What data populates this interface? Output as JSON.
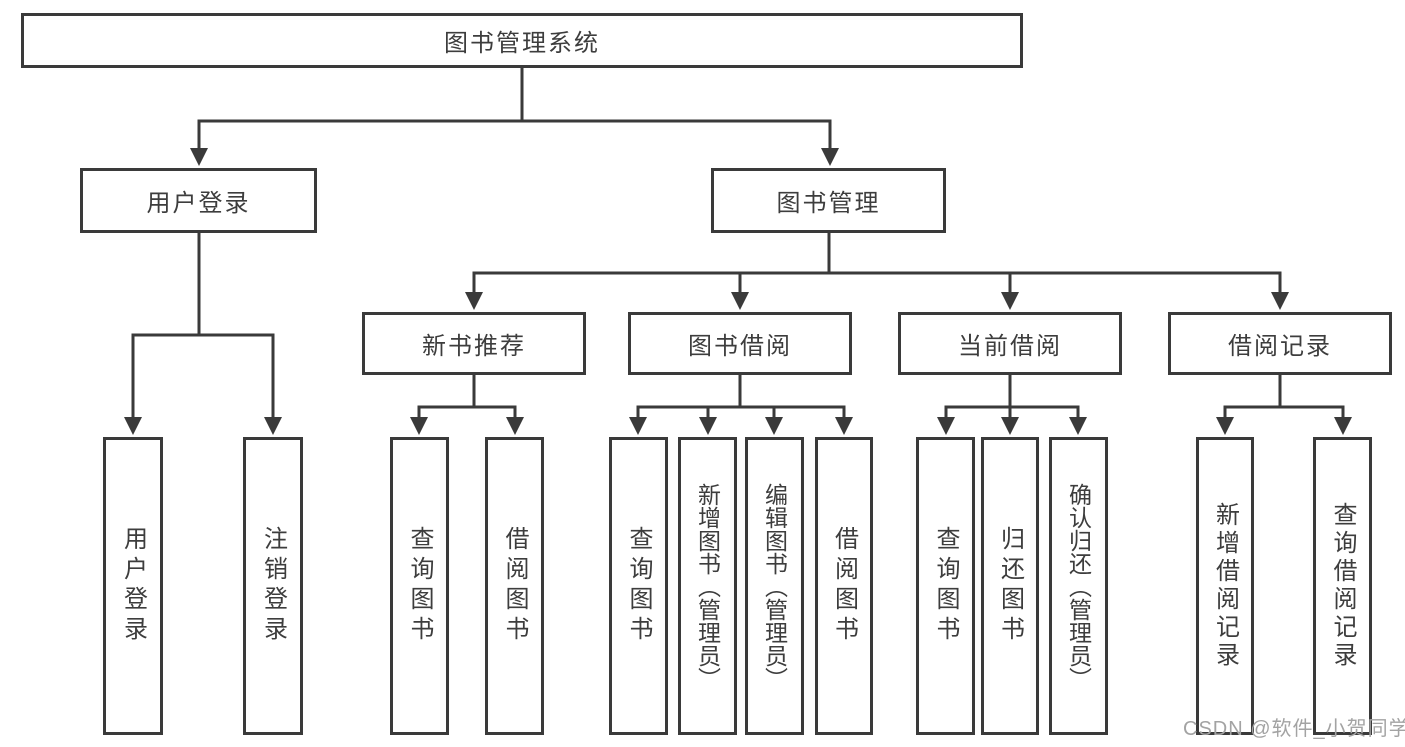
{
  "diagram": {
    "root": {
      "label": "图书管理系统"
    },
    "branches": [
      {
        "label": "用户登录",
        "children": [
          {
            "label": "用户登录"
          },
          {
            "label": "注销登录"
          }
        ]
      },
      {
        "label": "图书管理",
        "modules": [
          {
            "label": "新书推荐",
            "children": [
              {
                "label": "查询图书"
              },
              {
                "label": "借阅图书"
              }
            ]
          },
          {
            "label": "图书借阅",
            "children": [
              {
                "label": "查询图书"
              },
              {
                "label": "新增图书（管理员）"
              },
              {
                "label": "编辑图书（管理员）"
              },
              {
                "label": "借阅图书"
              }
            ]
          },
          {
            "label": "当前借阅",
            "children": [
              {
                "label": "查询图书"
              },
              {
                "label": "归还图书"
              },
              {
                "label": "确认归还（管理员）"
              }
            ]
          },
          {
            "label": "借阅记录",
            "children": [
              {
                "label": "新增借阅记录"
              },
              {
                "label": "查询借阅记录"
              }
            ]
          }
        ]
      }
    ]
  },
  "watermark": {
    "text": "CSDN @软件_小贺同学"
  },
  "colors": {
    "line": "#3a3a3a",
    "box_border": "#3a3a3a",
    "box_fill": "#ffffff",
    "text": "#3d3d3d",
    "watermark": "#a3a3a3"
  }
}
